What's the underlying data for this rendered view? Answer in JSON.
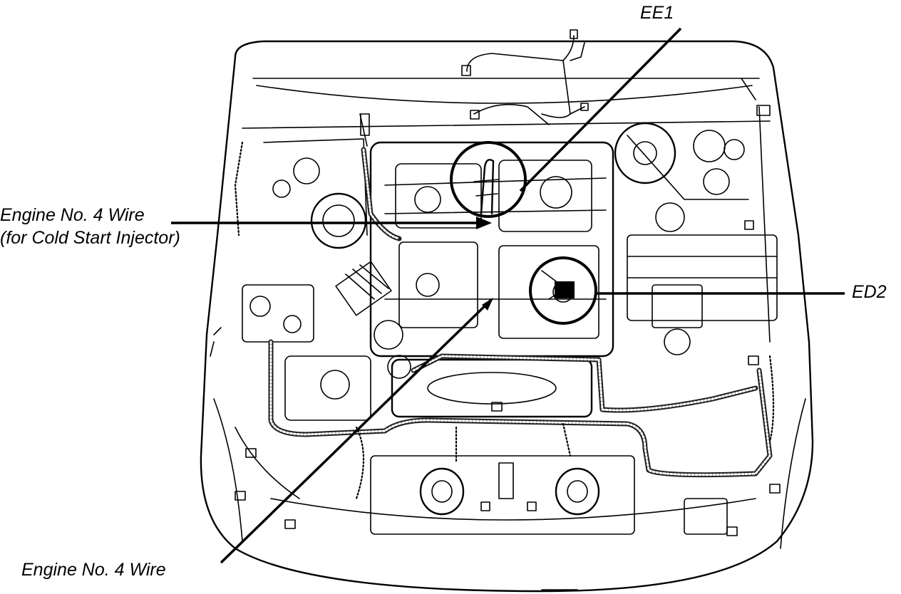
{
  "labels": {
    "ee1": "EE1",
    "ed2": "ED2",
    "engine_wire_cold_start_line1": "Engine No. 4 Wire",
    "engine_wire_cold_start_line2": "(for Cold Start Injector)",
    "engine_wire_bottom": "Engine No. 4 Wire"
  }
}
